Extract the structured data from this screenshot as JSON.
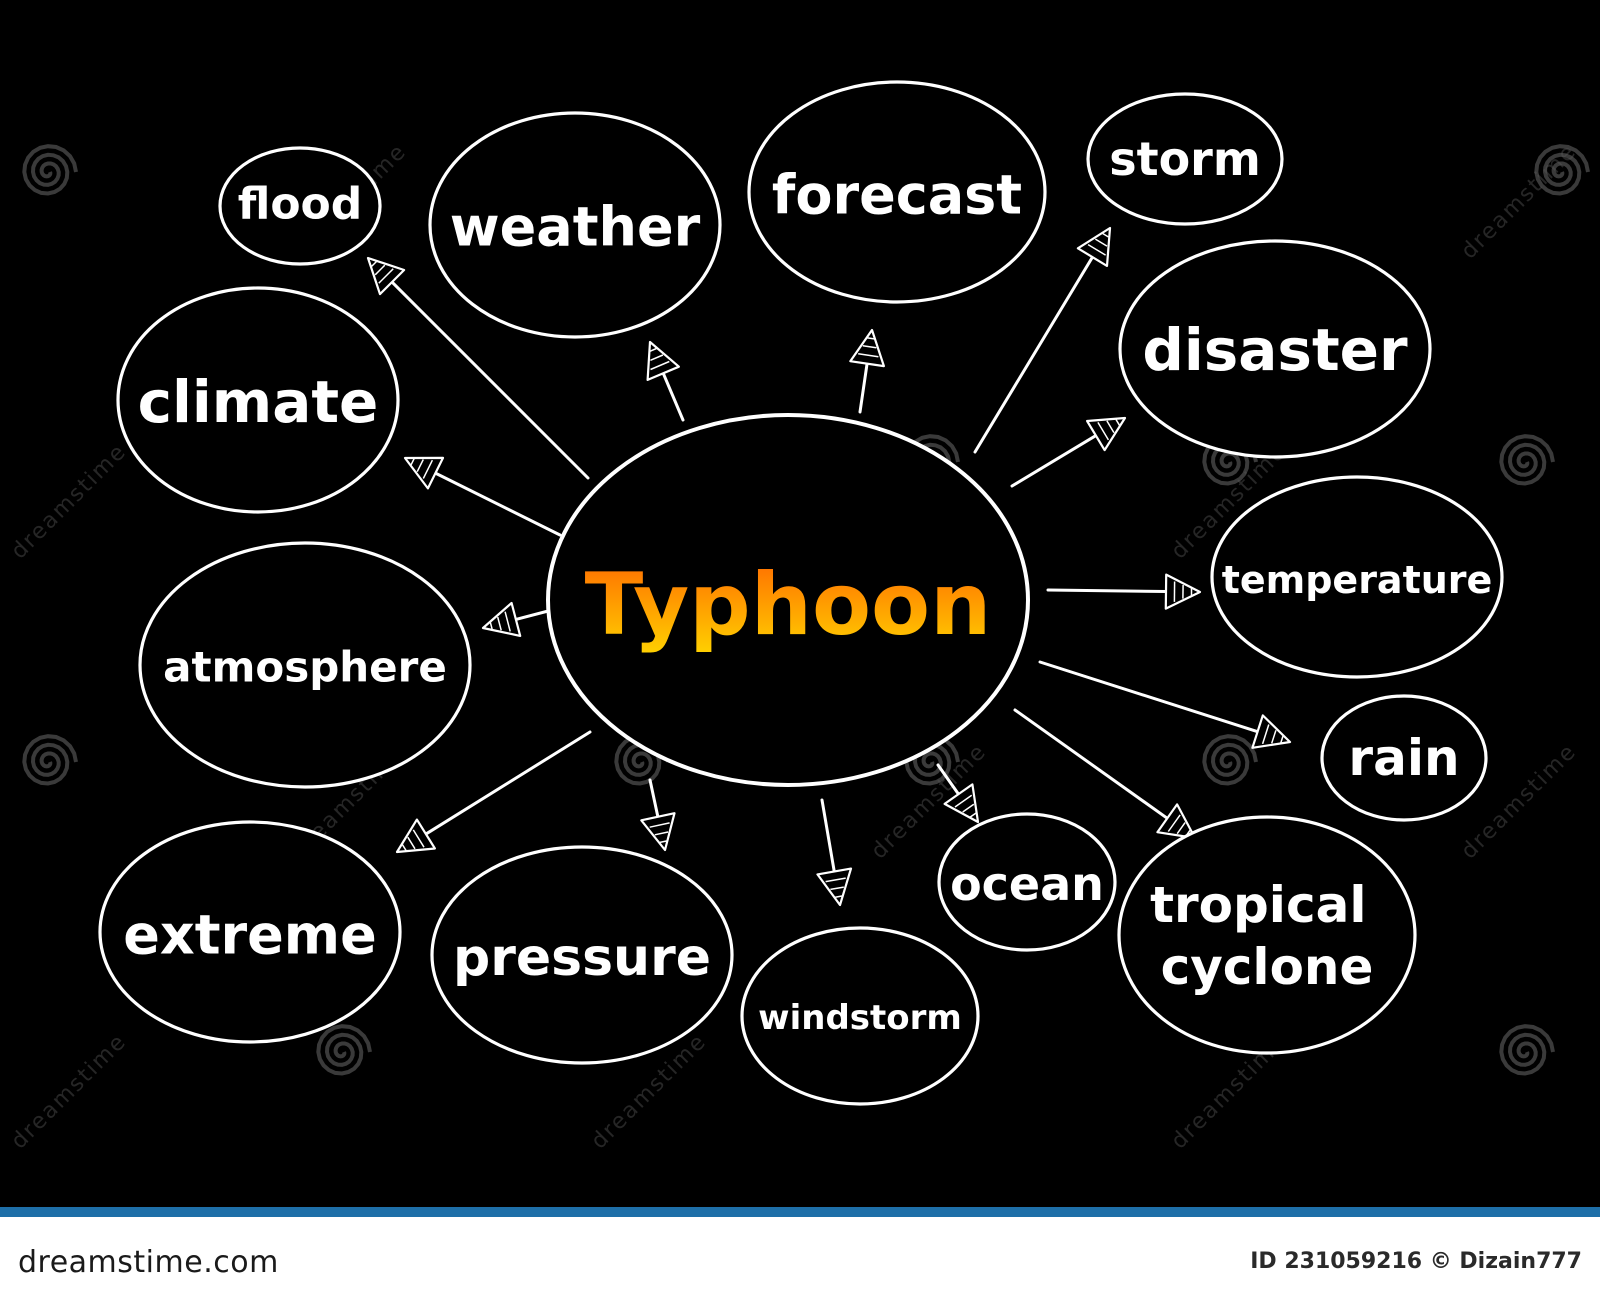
{
  "diagram": {
    "center": "Typhoon",
    "nodes": [
      "flood",
      "weather",
      "forecast",
      "storm",
      "disaster",
      "climate",
      "temperature",
      "atmosphere",
      "rain",
      "extreme",
      "pressure",
      "windstorm",
      "ocean",
      "tropical cyclone"
    ],
    "colors": {
      "background": "#000000",
      "stroke": "#ffffff",
      "center_gradient_top": "#ff6a00",
      "center_gradient_bottom": "#ffd200"
    }
  },
  "watermark": {
    "text": "dreamstime"
  },
  "footer": {
    "site": "dreamstime.com",
    "credit": "ID 231059216 © Dizain777",
    "accent_color": "#1e6fa8"
  }
}
